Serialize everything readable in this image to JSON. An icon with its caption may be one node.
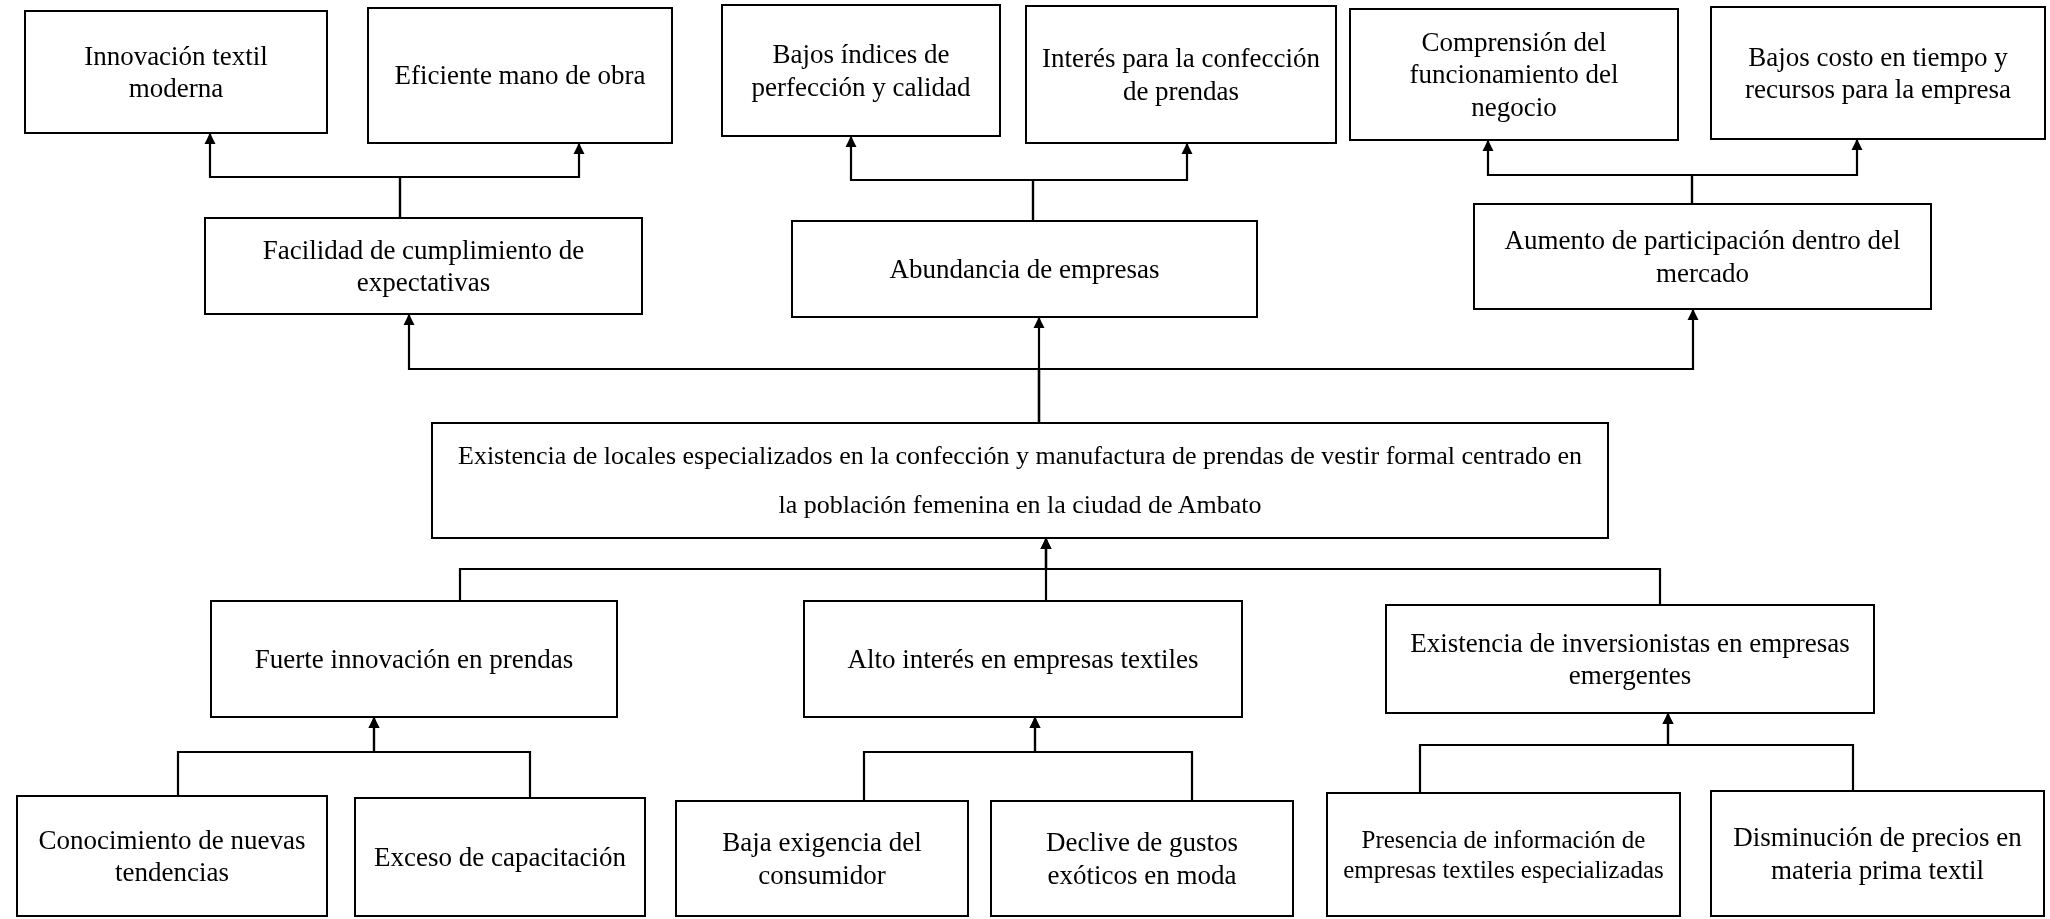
{
  "diagram": {
    "nodes": [
      {
        "text": [
          "Innovación textil moderna"
        ]
      },
      {
        "text": [
          "Eficiente mano de obra"
        ]
      },
      {
        "text": [
          "Bajos índices de perfección y calidad"
        ]
      },
      {
        "text": [
          "Interés para la confección de prendas"
        ]
      },
      {
        "text": [
          "Comprensión del funcionamiento del negocio"
        ]
      },
      {
        "text": [
          "Bajos costo en tiempo y recursos para la empresa"
        ]
      },
      {
        "text": [
          "Facilidad de cumplimiento de expectativas"
        ]
      },
      {
        "text": [
          "Abundancia de empresas"
        ]
      },
      {
        "text": [
          "Aumento de participación dentro del mercado"
        ]
      },
      {
        "text": [
          "Existencia de locales especializados en la confección y manufactura de prendas de vestir formal centrado en la población femenina en la ciudad de Ambato"
        ]
      },
      {
        "text": [
          "Fuerte innovación en prendas"
        ]
      },
      {
        "text": [
          "Alto interés en empresas textiles"
        ]
      },
      {
        "text": [
          "Existencia de inversionistas en empresas emergentes"
        ]
      },
      {
        "text": [
          "Conocimiento de nuevas tendencias"
        ]
      },
      {
        "text": [
          "Exceso de capacitación"
        ]
      },
      {
        "text": [
          "Baja exigencia del consumidor"
        ]
      },
      {
        "text": [
          "Declive de gustos exóticos en moda"
        ]
      },
      {
        "text": [
          "Presencia de información de empresas textiles especializadas"
        ]
      },
      {
        "text": [
          "Disminución de precios en materia prima textil"
        ]
      }
    ],
    "edges": [
      {
        "from": 6,
        "to": 0,
        "arrow": "to"
      },
      {
        "from": 6,
        "to": 1,
        "arrow": "to"
      },
      {
        "from": 7,
        "to": 2,
        "arrow": "to"
      },
      {
        "from": 7,
        "to": 3,
        "arrow": "to"
      },
      {
        "from": 8,
        "to": 4,
        "arrow": "to"
      },
      {
        "from": 8,
        "to": 5,
        "arrow": "to"
      },
      {
        "from": 9,
        "to": 6,
        "arrow": "to"
      },
      {
        "from": 9,
        "to": 7,
        "arrow": "to"
      },
      {
        "from": 9,
        "to": 8,
        "arrow": "to"
      },
      {
        "from": 10,
        "to": 9,
        "arrow": "to"
      },
      {
        "from": 11,
        "to": 9,
        "arrow": "to"
      },
      {
        "from": 12,
        "to": 9,
        "arrow": "to"
      },
      {
        "from": 13,
        "to": 10,
        "arrow": "to"
      },
      {
        "from": 14,
        "to": 10,
        "arrow": "to"
      },
      {
        "from": 15,
        "to": 11,
        "arrow": "to"
      },
      {
        "from": 16,
        "to": 11,
        "arrow": "to"
      },
      {
        "from": 17,
        "to": 12,
        "arrow": "to"
      },
      {
        "from": 18,
        "to": 12,
        "arrow": "to"
      }
    ]
  }
}
